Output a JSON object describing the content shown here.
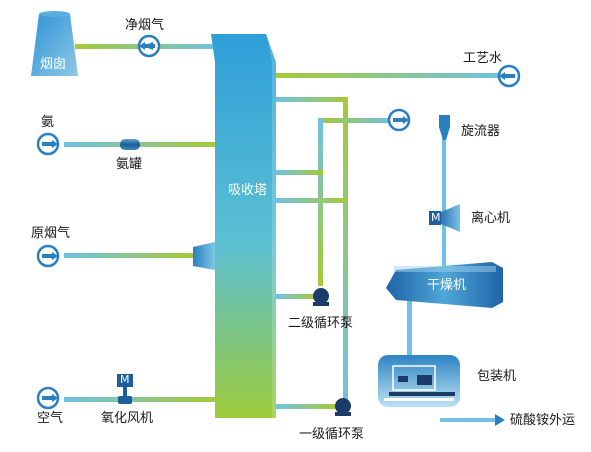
{
  "labels": {
    "chimney": "烟囱",
    "clean_flue_gas": "净烟气",
    "ammonia": "氨",
    "ammonia_tank": "氨罐",
    "raw_flue_gas": "原烟气",
    "air": "空气",
    "oxidation_fan": "氧化风机",
    "absorber": "吸收塔",
    "process_water": "工艺水",
    "hydrocyclone": "旋流器",
    "centrifuge": "离心机",
    "dryer": "干燥机",
    "packaging_machine": "包装机",
    "secondary_circulation_pump": "二级循环泵",
    "primary_circulation_pump": "一级循环泵",
    "export": "硫酸铵外运",
    "motor_m": "M"
  },
  "colors": {
    "pipe_blue": "#5bb8d8",
    "pipe_green": "#a9cc33",
    "tower_blue": "#3fa9d9",
    "tower_green": "#96c23c",
    "device_dark": "#1d5f9e",
    "device_mid": "#3d93cf",
    "arrow_blue": "#2a7fc0",
    "pump_dark": "#1b3c6a"
  }
}
